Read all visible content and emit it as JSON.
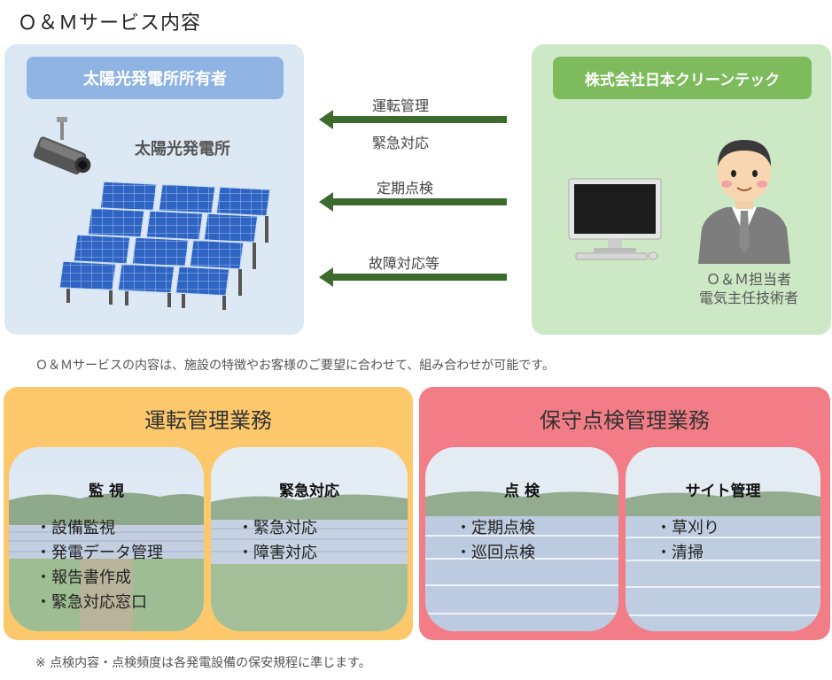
{
  "title": "Ｏ＆Ｍサービス内容",
  "owner": {
    "header": "太陽光発電所所有者",
    "plant_label": "太陽光発電所"
  },
  "company": {
    "header": "株式会社日本クリーンテック",
    "staff_line1": "Ｏ＆Ｍ担当者",
    "staff_line2": "電気主任技術者"
  },
  "arrows": {
    "label_1": "運転管理",
    "label_2": "緊急対応",
    "label_3": "定期点検",
    "label_4": "故障対応等"
  },
  "note": "Ｏ＆Ｍサービスの内容は、施設の特徴やお客様のご要望に合わせて、組み合わせが可能です。",
  "sections": {
    "operation": {
      "title": "運転管理業務",
      "card1": {
        "heading": "監 視",
        "items": [
          "・設備監視",
          "・発電データ管理",
          "・報告書作成",
          "・緊急対応窓口"
        ]
      },
      "card2": {
        "heading": "緊急対応",
        "items": [
          "・緊急対応",
          "・障害対応"
        ]
      }
    },
    "maintenance": {
      "title": "保守点検管理業務",
      "card1": {
        "heading": "点 検",
        "items": [
          "・定期点検",
          "・巡回点検"
        ]
      },
      "card2": {
        "heading": "サイト管理",
        "items": [
          "・草刈り",
          "・清掃"
        ]
      }
    }
  },
  "footnote": "※ 点検内容・点検頻度は各発電設備の保安規程に準じます。",
  "colors": {
    "owner_bg": "#dde8f5",
    "owner_header": "#8fb4e3",
    "company_bg": "#cde8c4",
    "company_header": "#7dbb5c",
    "arrow": "#3d6b2e",
    "section_yellow": "#fcc86b",
    "section_red": "#f27d86"
  },
  "icons": [
    "camera-icon",
    "solar-panel-icon",
    "monitor-icon",
    "person-icon",
    "arrow-left-icon"
  ]
}
